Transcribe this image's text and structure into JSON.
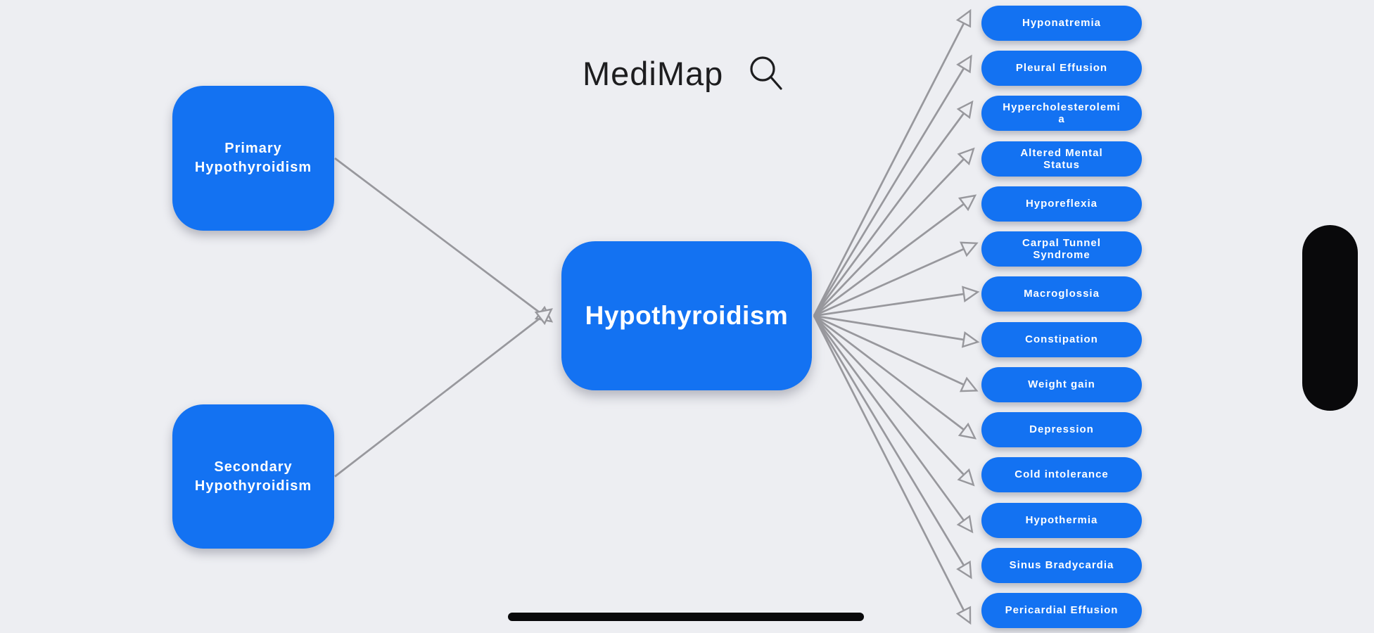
{
  "app": {
    "title": "MediMap",
    "icons": {
      "search": "magnifying-glass"
    }
  },
  "map": {
    "center_node": {
      "label": "Hypothyroidism"
    },
    "cause_nodes": [
      {
        "label": "Primary Hypothyroidism"
      },
      {
        "label": "Secondary Hypothyroidism"
      }
    ],
    "symptom_nodes": [
      "Hyponatremia",
      "Pleural Effusion",
      "Hypercholesterolemia",
      "Altered Mental Status",
      "Hyporeflexia",
      "Carpal Tunnel Syndrome",
      "Macroglossia",
      "Constipation",
      "Weight gain",
      "Depression",
      "Cold intolerance",
      "Hypothermia",
      "Sinus Bradycardia",
      "Pericardial Effusion"
    ]
  },
  "colors": {
    "node_blue": "#1372f2",
    "edge_gray": "#98989d",
    "background": "#edeef2",
    "title_text": "#1d1d1f",
    "node_text": "#ffffff",
    "system_black": "#09090b"
  }
}
